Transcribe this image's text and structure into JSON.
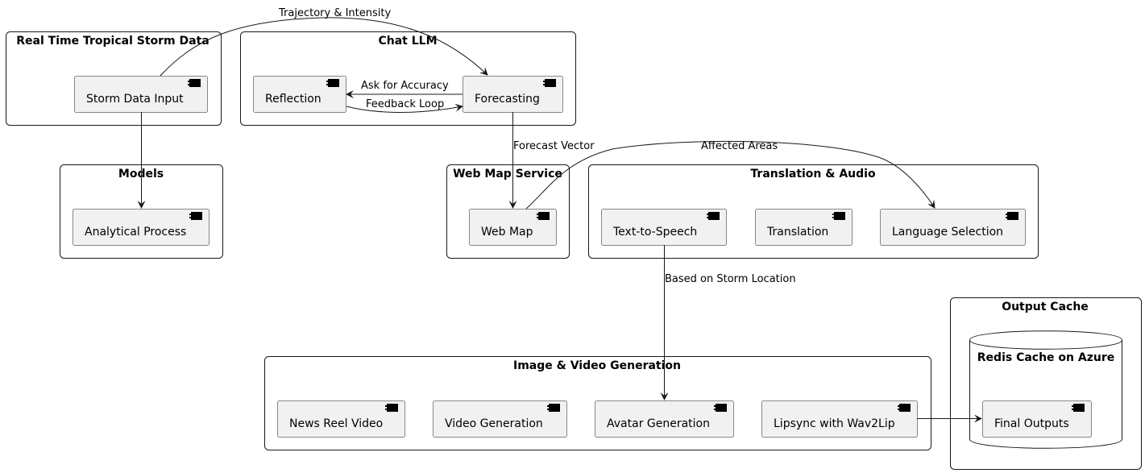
{
  "diagram": {
    "packages": {
      "storm": "Real Time Tropical Storm Data",
      "chat": "Chat LLM",
      "models": "Models",
      "webmap": "Web Map Service",
      "translation": "Translation & Audio",
      "imagevideo": "Image & Video Generation",
      "cache": "Output Cache",
      "redis": "Redis Cache on Azure"
    },
    "components": {
      "storm_input": "Storm Data Input",
      "reflection": "Reflection",
      "forecasting": "Forecasting",
      "analytical": "Analytical Process",
      "web_map": "Web Map",
      "tts": "Text-to-Speech",
      "translation": "Translation",
      "language": "Language Selection",
      "news_reel": "News Reel Video",
      "video_gen": "Video Generation",
      "avatar_gen": "Avatar Generation",
      "lipsync": "Lipsync with Wav2Lip",
      "final_outputs": "Final Outputs"
    },
    "edges": {
      "trajectory": "Trajectory & Intensity",
      "ask_accuracy": "Ask for Accuracy",
      "feedback": "Feedback Loop",
      "forecast_vector": "Forecast Vector",
      "affected_areas": "Affected Areas",
      "storm_location": "Based on Storm Location"
    }
  }
}
